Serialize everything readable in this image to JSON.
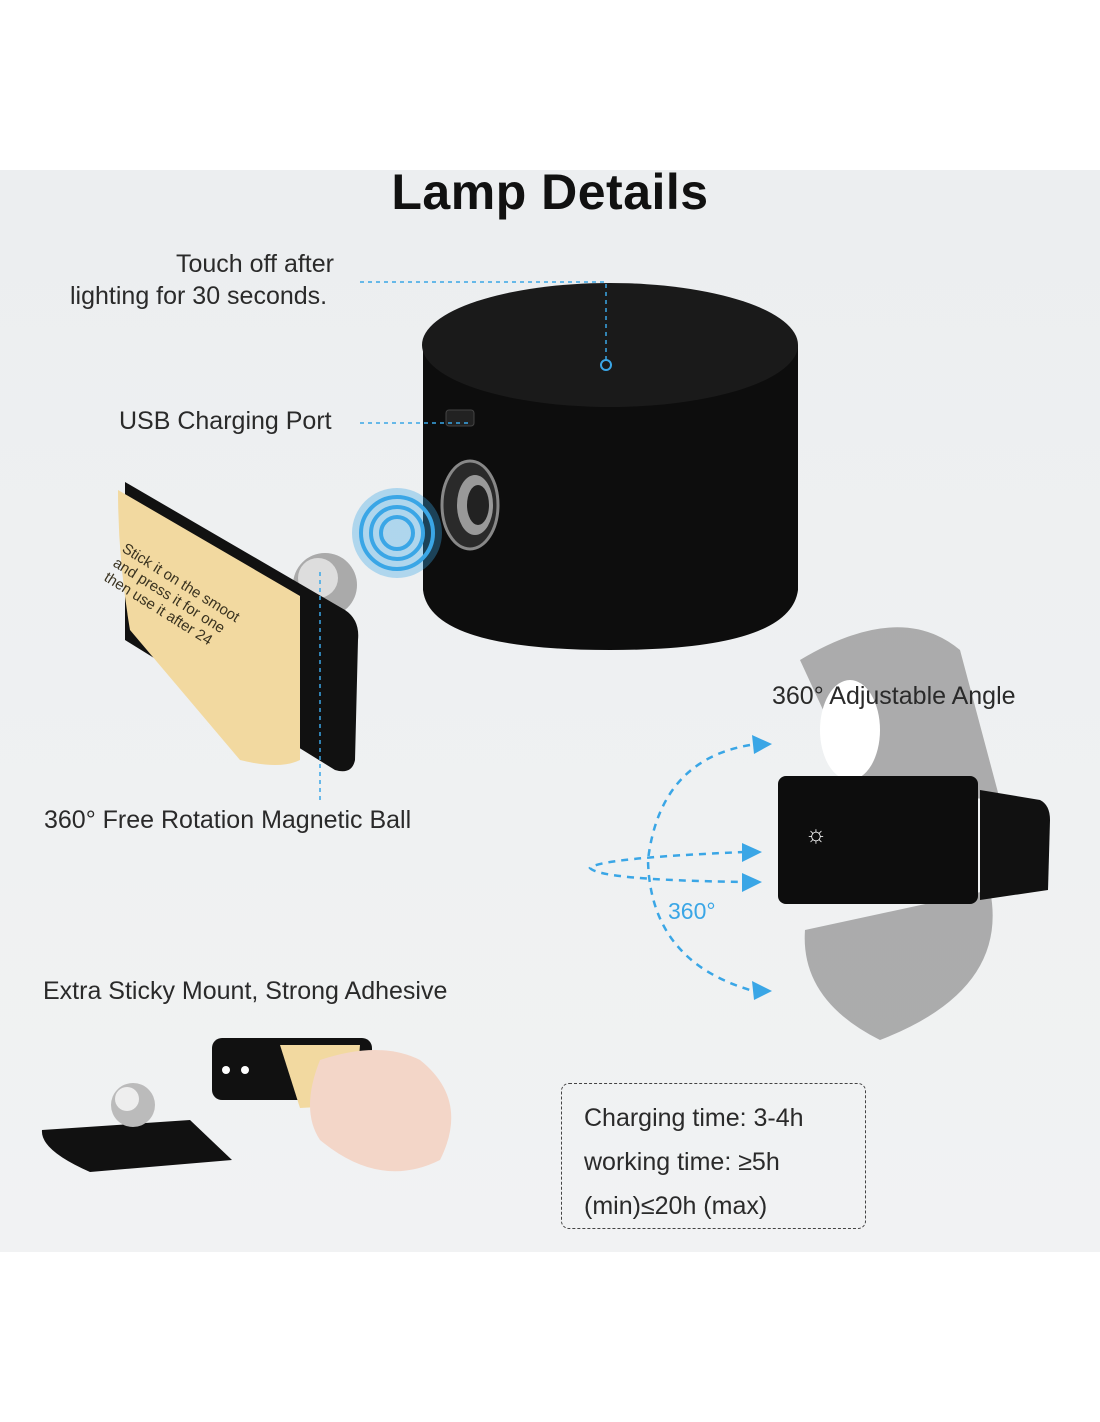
{
  "title": "Lamp Details",
  "labels": {
    "touch_line1": "Touch off after",
    "touch_line2": "lighting for 30 seconds.",
    "usb": "USB Charging Port",
    "magnetic_ball": "360° Free Rotation Magnetic Ball",
    "adjustable": "360° Adjustable Angle",
    "rotation_degrees": "360°",
    "sticky_mount": "Extra Sticky Mount, Strong Adhesive"
  },
  "sticker_text": [
    "Stick it on the smoot",
    "and press it for one",
    "then use it after 24"
  ],
  "info_box": {
    "line1": "Charging time: 3-4h",
    "line2": "working time: ≥5h",
    "line3": "(min)≤20h (max)"
  },
  "colors": {
    "accent": "#3aa6e6",
    "lamp": "#111111",
    "adhesive": "#f2d9a0"
  }
}
